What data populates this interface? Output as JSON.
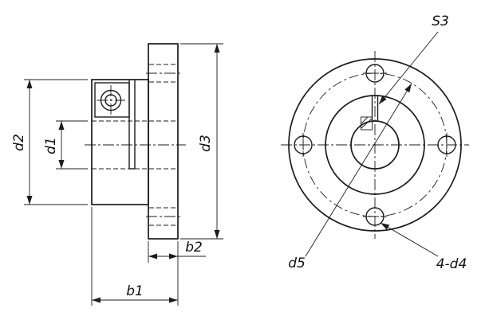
{
  "drawing": {
    "labels": {
      "d1": "d1",
      "d2": "d2",
      "d3": "d3",
      "b1": "b1",
      "b2": "b2",
      "s3": "S3",
      "d5": "d5",
      "four_d4": "4-d4"
    },
    "colors": {
      "line": "#1c1c1c",
      "background": "#ffffff"
    }
  }
}
